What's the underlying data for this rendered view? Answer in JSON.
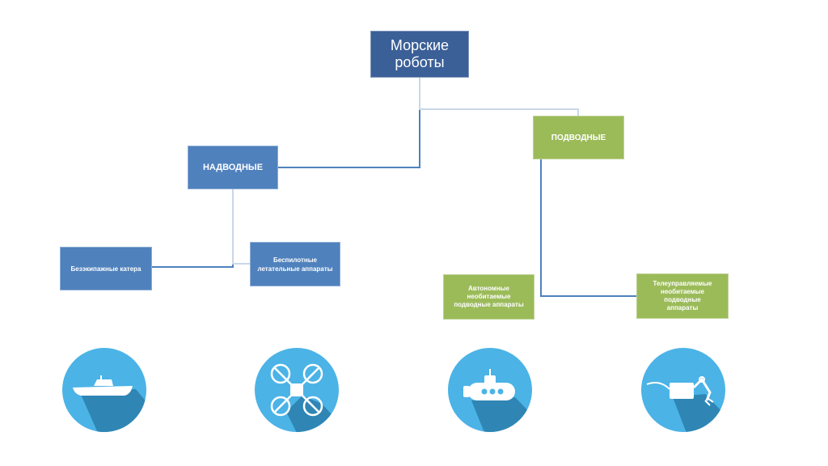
{
  "diagram": {
    "root": {
      "label": "Морские\nроботы"
    },
    "branches": {
      "surface": {
        "label": "НАДВОДНЫЕ",
        "children": [
          {
            "label": "Безэкипажные катера"
          },
          {
            "label": "Беспилотные\nлетательные аппараты"
          }
        ]
      },
      "underwater": {
        "label": "ПОДВОДНЫЕ",
        "children": [
          {
            "label": "Автономные\nнеобитаемые\nподводные аппараты"
          },
          {
            "label": "Телеуправляемые\nнеобитаемые\nподводные\nаппараты"
          }
        ]
      }
    },
    "icons": [
      "boat-icon",
      "drone-icon",
      "submarine-icon",
      "rov-icon"
    ]
  },
  "colors": {
    "root": "#3b5f97",
    "surface": "#4f81bd",
    "underwater": "#9bbb59",
    "icon_circle": "#4bb3e6",
    "icon_shadow": "#2f86b4",
    "connector_blue": "#4f81bd",
    "connector_light": "#c9d7e8"
  }
}
